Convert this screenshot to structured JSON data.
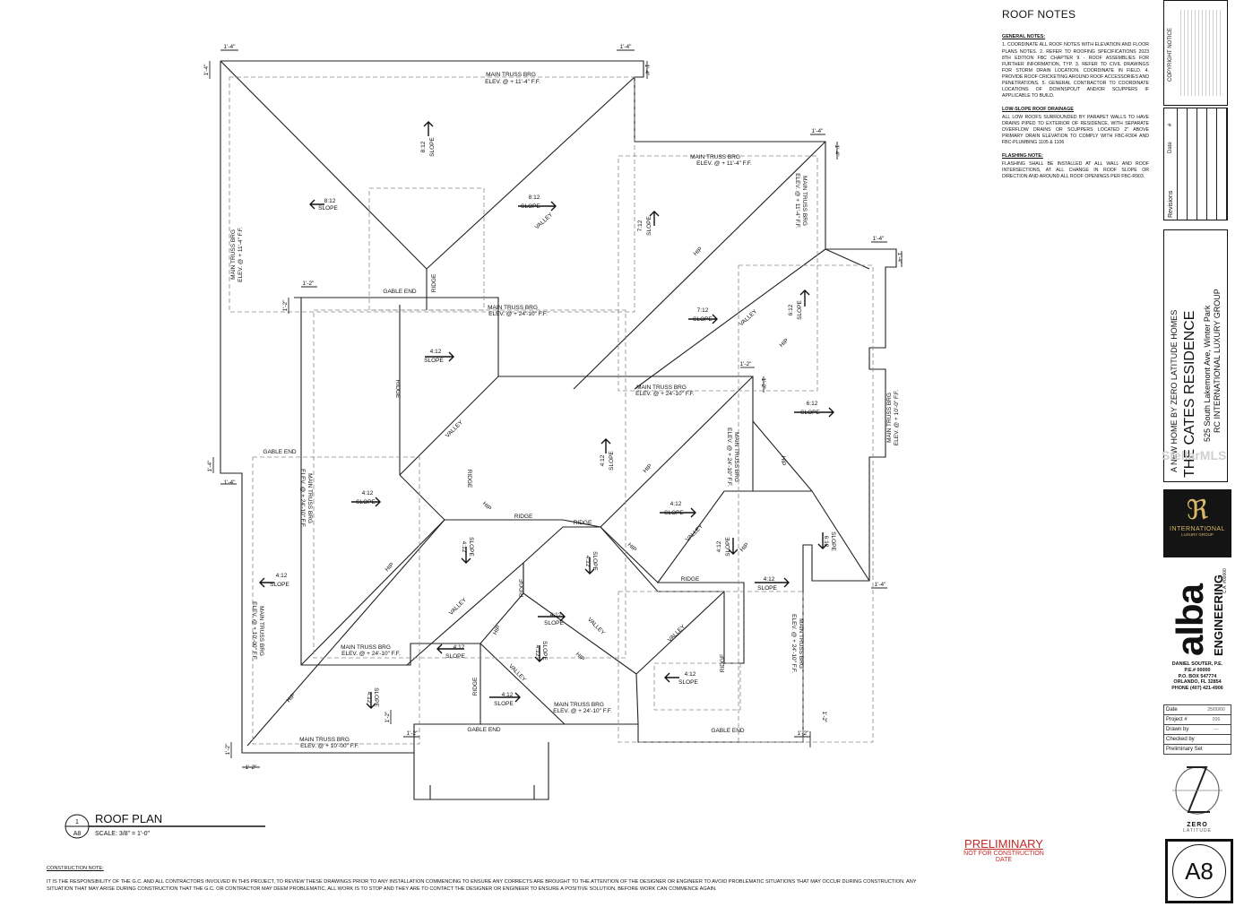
{
  "plan": {
    "title": "ROOF PLAN",
    "ref_number": "1",
    "ref_sheet": "A8",
    "scale": "SCALE: 3/8\" = 1'-0\"",
    "labels": {
      "main_brg_top": "MAIN TRUSS BRG",
      "elev_top": "ELEV. @ + 11'-4\" F.F.",
      "main_brg_mid": "MAIN TRUSS BRG",
      "elev_mid": "ELEV. @ + 11'-4\" F.F.",
      "main_brg_c1": "MAIN TRUSS BRG",
      "elev_c1": "ELEV. @ + 24'-10\" F.F.",
      "main_brg_c2": "MAIN TRUSS BRG",
      "elev_c2": "ELEV. @ + 24'-10\" F.F.",
      "main_brg_b1": "MAIN TRUSS BRG",
      "elev_b1": "ELEV. @ + 24'-10\" F.F.",
      "main_brg_b2": "MAIN TRUSS BRG",
      "elev_b2": "ELEV. @ + 24'-10\" F.F.",
      "main_brg_b3": "MAIN TRUSS BRG",
      "elev_b3": "ELEV. @ + 10'-00\" F.F.",
      "left_brg_1": "MAIN TRUSS BRG",
      "left_elev_1": "ELEV. @ + 11'-4\" F.F.",
      "left_brg_2": "MAIN TRUSS BRG",
      "left_elev_2": "ELEV. @ + 24'-10\" F.F.",
      "left_brg_3": "MAIN TRUSS BRG",
      "left_elev_3": "ELEV. @ + 10'-00\" F.F.",
      "right_brg_1": "MAIN TRUSS BRG",
      "right_elev_1": "ELEV. @ + 11'-4\" F.F.",
      "right_brg_2": "MAIN TRUSS BRG",
      "right_elev_2": "ELEV. @ + 10'-0\" F.F.",
      "right_brg_3": "MAIN TRUSS BRG",
      "right_elev_3": "ELEV. @ + 24'-10\" F.F.",
      "right_brg_4": "MAIN TRUSS BRG",
      "right_elev_4": "ELEV. @ + 24'-10\" F.F.",
      "gable_end": "GABLE END",
      "ridge": "RIDGE",
      "valley": "VALLEY",
      "hip": "HIP",
      "slope": "SLOPE",
      "s812": "8:12",
      "s712": "7:12",
      "s612": "6:12",
      "s412": "4:12",
      "d14": "1'-4\"",
      "d12": "1'-2\""
    }
  },
  "roof_notes": {
    "title": "ROOF NOTES",
    "general_heading": "GENERAL NOTES:",
    "general": "1. COORDINATE ALL ROOF NOTES WITH ELEVATION AND FLOOR PLANS NOTES. 2. REFER TO ROOFING SPECIFICATIONS 2023 8TH EDITION FBC CHAPTER 9 - ROOF ASSEMBLIES FOR FURTHER INFORMATION, TYP. 3. REFER TO CIVIL DRAWINGS FOR STORM DRAIN LOCATION. COORDINATE IN FIELD. 4. PROVIDE ROOF CRICKETING AROUND ROOF ACCESSORIES AND PENETRATIONS. 5. GENERAL CONTRACTOR TO COORDINATE LOCATIONS OF DOWNSPOUT AND/OR SCUPPERS IF APPLICABLE TO BUILD.",
    "low_slope_heading": "LOW-SLOPE ROOF DRAINAGE",
    "low_slope": "ALL LOW ROOFS SURROUNDED BY PARAPET WALLS TO HAVE DRAINS PIPED TO EXTERIOR OF RESIDENCE, WITH SEPARATE OVERFLOW DRAINS OR SCUPPERS LOCATED 2\" ABOVE PRIMARY DRAIN ELEVATION TO COMPLY WITH FBC-R304 AND FBC-PLUMBING 1105 & 1106",
    "flashing_heading": "FLASHING NOTE:",
    "flashing": "FLASHING SHALL BE INSTALLED AT ALL WALL AND ROOF INTERSECTIONS, AT ALL CHANGE IN ROOF SLOPE OR DIRECTION AND AROUND ALL ROOF OPENINGS PER FBC-R903."
  },
  "title_block": {
    "copyright": "COPYRIGHT NOTICE",
    "revisions": "Revisions",
    "hash": "#",
    "date_hdr": "Date",
    "tagline": "A NEW HOME BY ZERO LATITUDE HOMES",
    "project": "THE CATES RESIDENCE",
    "address": "525 South Lakemont Ave, Winter Park",
    "group": "RC INTERNATIONAL LUXURY GROUP",
    "rc_name": "INTERNATIONAL",
    "rc_sub": "LUXURY GROUP",
    "engineer_logo": "alba",
    "engineer_logo2": "ENGINEERING",
    "engineer_ca": "C.A. #00000",
    "engineer_contact": [
      "DANIEL SOUTER, P.E.",
      "P.E.# 00000",
      "P.O. BOX 547774",
      "ORLANDO, FL 32854",
      "PHONE (407) 421-4906"
    ],
    "fields": [
      {
        "k": "Date",
        "v": "25/00/00"
      },
      {
        "k": "Project #",
        "v": "016"
      },
      {
        "k": "Drawn by",
        "v": "---"
      },
      {
        "k": "Checked by",
        "v": ""
      },
      {
        "k": "Preliminary Set",
        "v": ""
      }
    ],
    "zero_logo": "ZERO",
    "zero_sub": "LATITUDE",
    "sheet": "A8",
    "watermark": "StellarMLS"
  },
  "stamp": {
    "line1": "PRELIMINARY",
    "line2": "NOT FOR CONSTRUCTION",
    "line3": "DATE"
  },
  "construction_note": {
    "heading": "CONSTRUCTION NOTE:",
    "body": "IT IS THE RESPONSIBILITY OF THE G.C. AND ALL CONTRACTORS INVOLVED IN THIS PROJECT, TO REVIEW THESE DRAWINGS PRIOR TO ANY INSTALLATION COMMENCING TO ENSURE ANY CORRECTS ARE BROUGHT TO THE ATTENTION OF THE DESIGNER OR ENGINEER TO AVOID PROBLEMATIC SITUATIONS THAT MAY OCCUR DURING CONSTRUCTION. ANY SITUATION THAT MAY ARISE DURING CONSTRUCTION THAT THE G.C. OR CONTRACTOR MAY DEEM PROBLEMATIC, ALL WORK IS TO STOP AND THEY ARE TO CONTACT THE DESIGNER OR ENGINEER TO ENSURE A POSITIVE SOLUTION, BEFORE WORK CAN COMMENCE AGAIN."
  }
}
